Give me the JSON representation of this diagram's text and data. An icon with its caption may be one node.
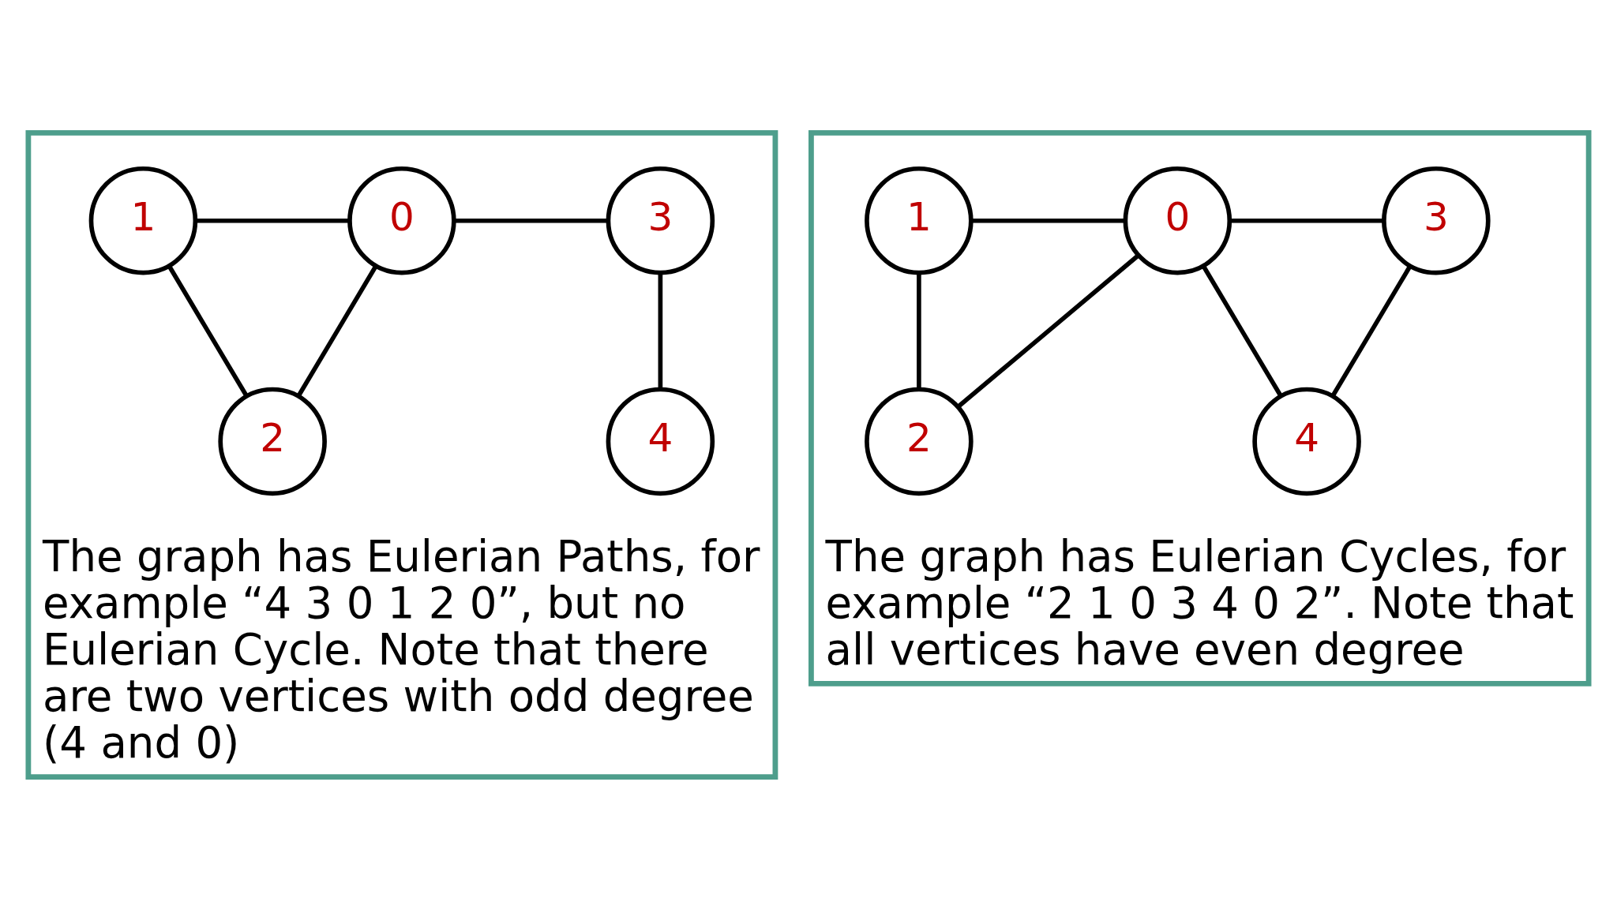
{
  "diagram": {
    "nodes": [
      {
        "text": [
          "The graph has Eulerian Paths, for example “4 3 0 1 2 0”, but no Eulerian Cycle. Note that there are two vertices with odd degree (4 and 0)"
        ]
      },
      {
        "text": [
          "1"
        ],
        "in": 0
      },
      {
        "text": [
          "0"
        ],
        "in": 0
      },
      {
        "text": [
          "3"
        ],
        "in": 0
      },
      {
        "text": [
          "2"
        ],
        "in": 0
      },
      {
        "text": [
          "4"
        ],
        "in": 0
      },
      {
        "text": [
          "The graph has Eulerian Cycles, for example “2 1 0 3 4 0 2”. Note that all vertices have even degree"
        ]
      },
      {
        "text": [
          "1"
        ],
        "in": 6
      },
      {
        "text": [
          "0"
        ],
        "in": 6
      },
      {
        "text": [
          "3"
        ],
        "in": 6
      },
      {
        "text": [
          "2"
        ],
        "in": 6
      },
      {
        "text": [
          "4"
        ],
        "in": 6
      }
    ],
    "edges": [
      {
        "from": 1,
        "to": 2,
        "arrow": "none"
      },
      {
        "from": 2,
        "to": 3,
        "arrow": "none"
      },
      {
        "from": 1,
        "to": 4,
        "arrow": "none"
      },
      {
        "from": 2,
        "to": 4,
        "arrow": "none"
      },
      {
        "from": 3,
        "to": 5,
        "arrow": "none"
      },
      {
        "from": 7,
        "to": 8,
        "arrow": "none"
      },
      {
        "from": 8,
        "to": 9,
        "arrow": "none"
      },
      {
        "from": 7,
        "to": 10,
        "arrow": "none"
      },
      {
        "from": 8,
        "to": 10,
        "arrow": "none"
      },
      {
        "from": 8,
        "to": 11,
        "arrow": "none"
      },
      {
        "from": 9,
        "to": 11,
        "arrow": "none"
      }
    ]
  }
}
